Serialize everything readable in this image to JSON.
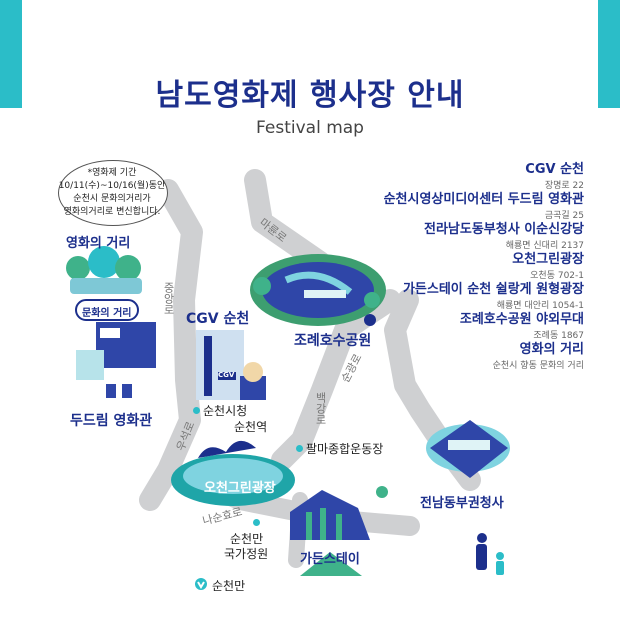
{
  "header": {
    "title": "남도영화제 행사장 안내",
    "subtitle": "Festival map"
  },
  "notice": {
    "lines": [
      "*영화제 기간",
      "10/11(수)~10/16(월)동안",
      "순천시 문화의거리가",
      "영화의거리로 변신합니다."
    ]
  },
  "legend": [
    {
      "name": "CGV 순천",
      "addr": "장명로 22"
    },
    {
      "name": "순천시영상미디어센터 두드림 영화관",
      "addr": "금곡길 25"
    },
    {
      "name": "전라남도동부청사 이순신강당",
      "addr": "해룡면 신대리 2137"
    },
    {
      "name": "오천그린광장",
      "addr": "오천동 702-1"
    },
    {
      "name": "가든스테이 순천 쉴랑게 원형광장",
      "addr": "해룡면 대안리 1054-1"
    },
    {
      "name": "조례호수공원 야외무대",
      "addr": "조례동 1867"
    },
    {
      "name": "영화의 거리",
      "addr": "순천시 향동 문화의 거리"
    }
  ],
  "map": {
    "places": {
      "movie_street": "영화의 거리",
      "culture_street_sign": "문화의 거리",
      "dodream": "두드림 영화관",
      "cgv": "CGV 순천",
      "cgv_sign": "CGV",
      "joryeho": "조례호수공원",
      "ocheon": "오천그린광장",
      "gardenstay": "가든스테이",
      "east_gov": "전남동부권청사"
    },
    "spots": {
      "city_hall": "순천시청",
      "station": "순천역",
      "palma": "팔마종합운동장",
      "garden_1": "순천만",
      "garden_2": "국가정원",
      "bay": "순천만"
    },
    "roads": {
      "jungang": "중앙로",
      "maryun": "마륜로",
      "soonkwang": "순광로",
      "baekgang": "백강로",
      "useok": "우석로",
      "nasunghyo": "나순효로"
    }
  }
}
